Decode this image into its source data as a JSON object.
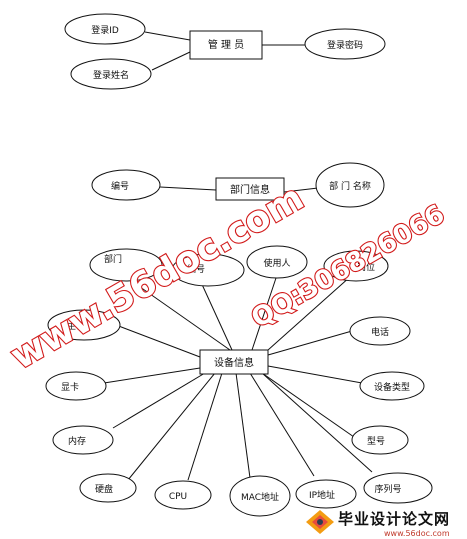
{
  "entities": {
    "admin": {
      "label": "管 理 员",
      "attributes": {
        "id": "登录ID",
        "name": "登录姓名",
        "password": "登录密码"
      }
    },
    "department": {
      "label": "部门信息",
      "attributes": {
        "number": "编号",
        "name": "部 门 名称"
      }
    },
    "device": {
      "label": "设备信息",
      "attributes": {
        "dept": "部门",
        "number": "编号",
        "user": "使用人",
        "position": "岗位",
        "mainboard": "主板",
        "phone": "电话",
        "graphics": "显卡",
        "type": "设备类型",
        "memory": "内存",
        "model": "型号",
        "disk": "硬盘",
        "cpu": "CPU",
        "mac": "MAC地址",
        "ip": "IP地址",
        "serial": "序列号"
      }
    }
  },
  "watermark": {
    "site": "www.56doc.com",
    "qq": "QQ:306826066",
    "logo_cn": "毕业设计论文网",
    "logo_url": "www.56doc.com"
  }
}
